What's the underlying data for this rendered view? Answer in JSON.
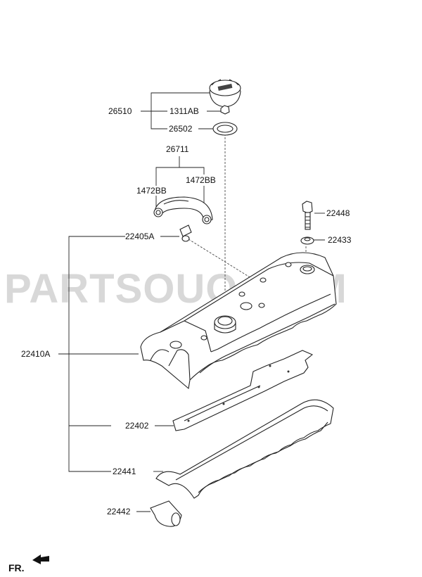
{
  "watermark": "PARTSOUQ.COM",
  "direction_label": "FR.",
  "parts": {
    "p26510": "26510",
    "p1311AB": "1311AB",
    "p26502": "26502",
    "p26711": "26711",
    "p1472BB_left": "1472BB",
    "p1472BB_right": "1472BB",
    "p22405A": "22405A",
    "p22448": "22448",
    "p22433": "22433",
    "p22410A": "22410A",
    "p22402": "22402",
    "p22441": "22441",
    "p22442": "22442"
  }
}
